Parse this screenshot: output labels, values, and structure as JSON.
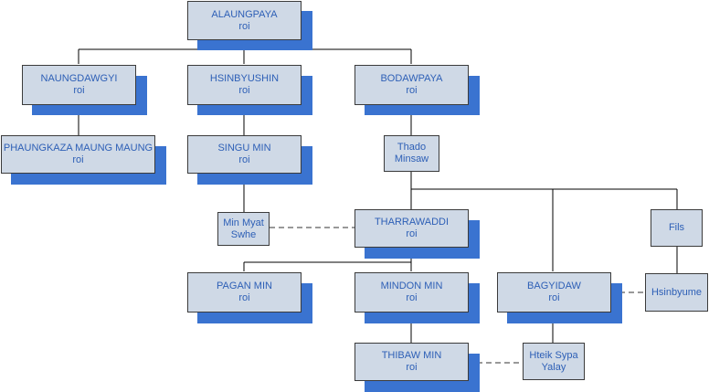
{
  "nodes": [
    {
      "id": "alaungpaya",
      "name": "ALAUNGPAYA",
      "sub": "roi"
    },
    {
      "id": "naungdawgyi",
      "name": "NAUNGDAWGYI",
      "sub": "roi"
    },
    {
      "id": "hsinbyushin",
      "name": "HSINBYUSHIN",
      "sub": "roi"
    },
    {
      "id": "bodawpaya",
      "name": "BODAWPAYA",
      "sub": "roi"
    },
    {
      "id": "phaungkaza",
      "name": "PHAUNGKAZA MAUNG MAUNG",
      "sub": "roi"
    },
    {
      "id": "singu",
      "name": "SINGU MIN",
      "sub": "roi"
    },
    {
      "id": "thado",
      "name": "Thado Minsaw",
      "sub": ""
    },
    {
      "id": "minmyat",
      "name": "Min Myat Swhe",
      "sub": ""
    },
    {
      "id": "tharrawaddi",
      "name": "THARRAWADDI",
      "sub": "roi"
    },
    {
      "id": "fils",
      "name": "Fils",
      "sub": ""
    },
    {
      "id": "pagan",
      "name": "PAGAN MIN",
      "sub": "roi"
    },
    {
      "id": "mindon",
      "name": "MINDON MIN",
      "sub": "roi"
    },
    {
      "id": "bagyidaw",
      "name": "BAGYIDAW",
      "sub": "roi"
    },
    {
      "id": "hsinbyume",
      "name": "Hsinbyume",
      "sub": ""
    },
    {
      "id": "thibaw",
      "name": "THIBAW MIN",
      "sub": "roi"
    },
    {
      "id": "hteik",
      "name": "Hteik Sypa Yalay",
      "sub": ""
    }
  ],
  "colors": {
    "box_fill": "#cfd9e6",
    "shadow": "#3a73d0",
    "text": "#2d5fb6",
    "line": "#000000"
  }
}
